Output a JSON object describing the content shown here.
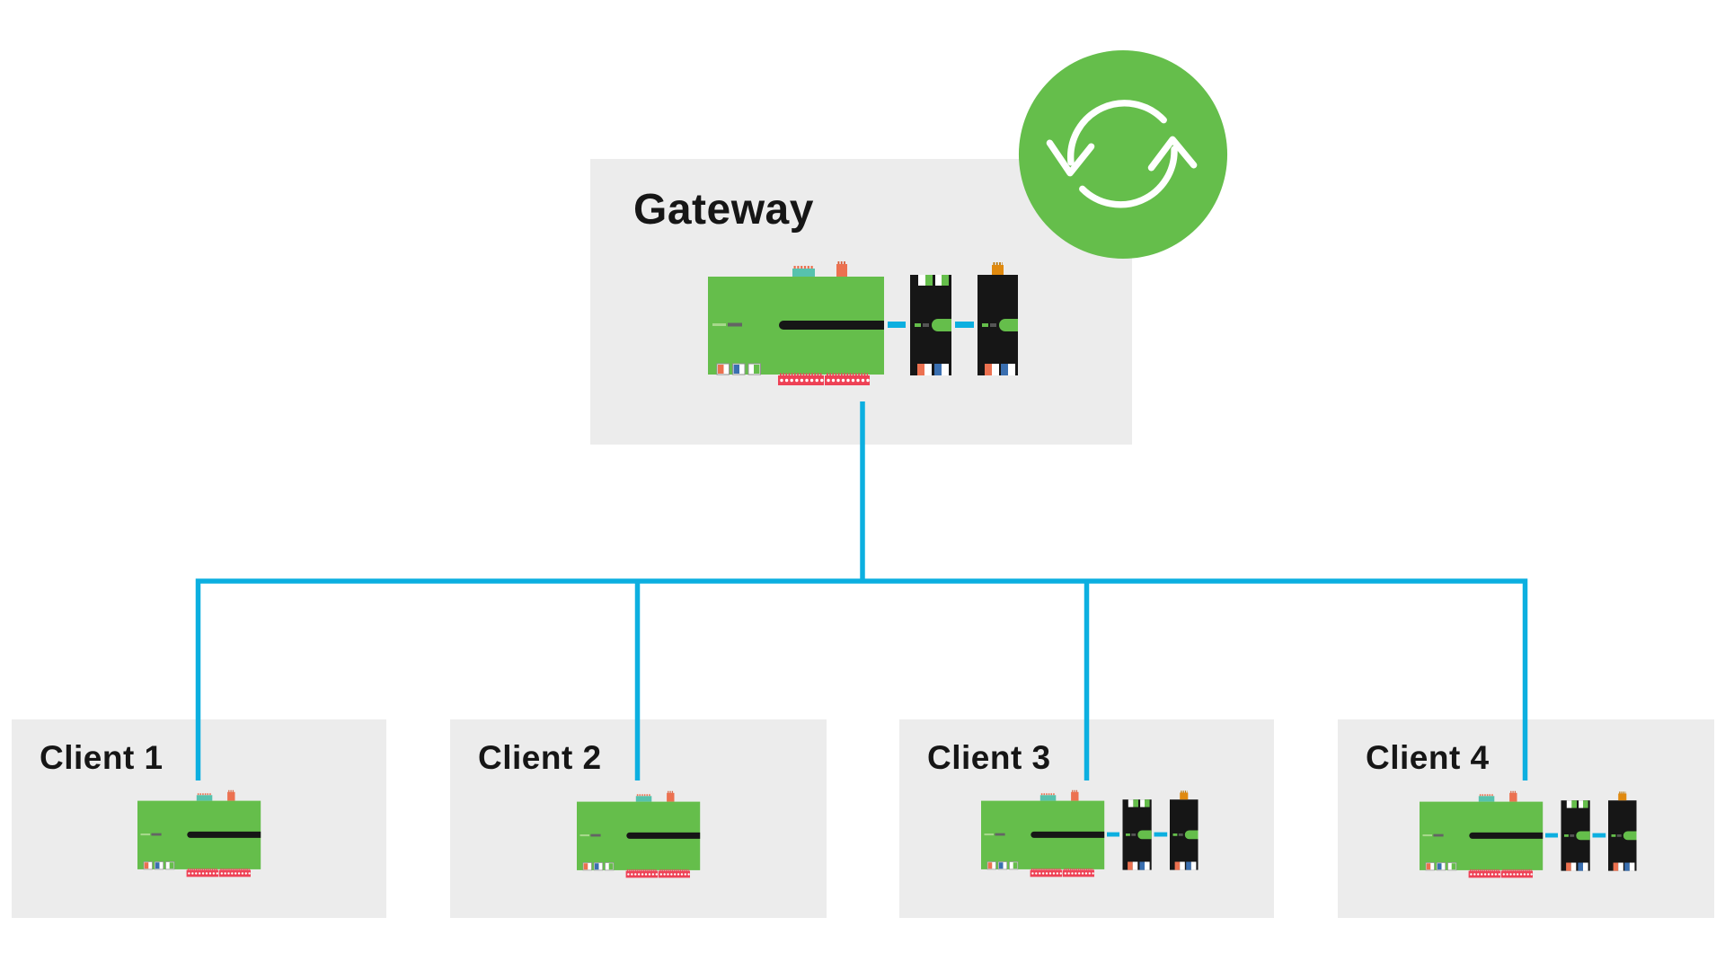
{
  "gateway": {
    "label": "Gateway",
    "device": "miniserver",
    "extensions": 2
  },
  "clients": [
    {
      "label": "Client 1",
      "device": "miniserver",
      "extensions": 0
    },
    {
      "label": "Client 2",
      "device": "miniserver",
      "extensions": 0
    },
    {
      "label": "Client 3",
      "device": "miniserver",
      "extensions": 2
    },
    {
      "label": "Client 4",
      "device": "miniserver",
      "extensions": 2
    }
  ],
  "icons": {
    "badge": "sync-circular-arrows"
  },
  "connections": {
    "topology": "gateway-to-all-clients-bus",
    "count": 4
  },
  "colors": {
    "bg": "#ffffff",
    "panel": "#ececec",
    "ink": "#161616",
    "green": "#65be4b",
    "blue": "#0cafe0",
    "teal": "#57c2ad",
    "salmon": "#ec7150",
    "salmondark": "#d55f3c",
    "amber": "#e0890e",
    "amberdark": "#b9770a",
    "red": "#ee4256",
    "ledgreen": "#a6d88b",
    "ledgray": "#646464",
    "navy": "#3a6fb0",
    "white": "#ffffff"
  }
}
